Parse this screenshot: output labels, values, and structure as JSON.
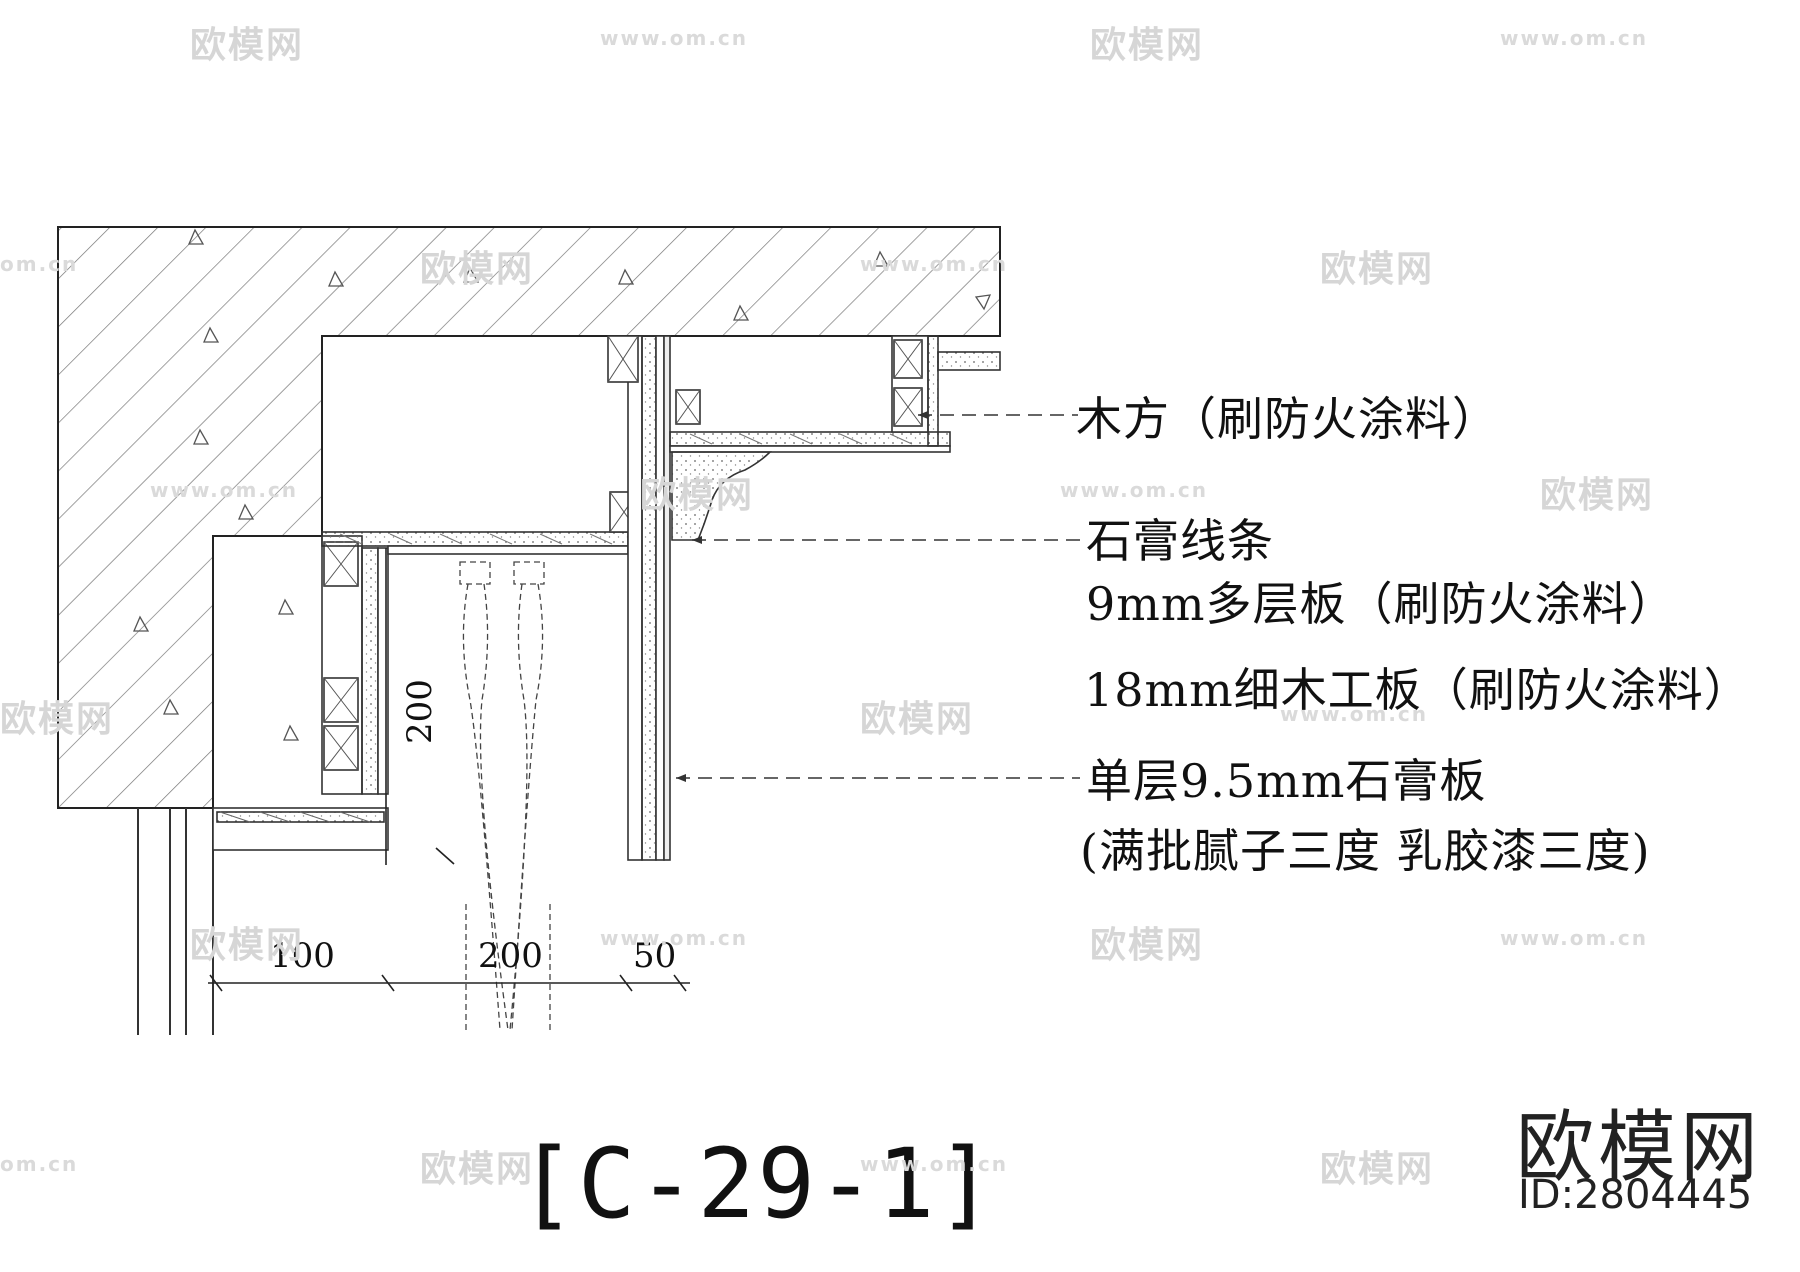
{
  "watermark": {
    "brand": "欧模网",
    "url": "www.om.cn",
    "url_short": "om.cn"
  },
  "callouts": {
    "timber": "木方（刷防火涂料）",
    "gypsum_molding": "石膏线条",
    "plywood_9mm": "9mm多层板（刷防火涂料）",
    "blockboard_18mm": "18mm细木工板（刷防火涂料）",
    "gypsum_board": "单层9.5mm石膏板",
    "finish_note": "(满批腻子三度 乳胶漆三度)"
  },
  "dimensions": {
    "vertical_200": "200",
    "bottom_100": "100",
    "bottom_200": "200",
    "bottom_50": "50"
  },
  "title": "[C-29-1]",
  "brand": {
    "name": "欧模网",
    "id": "ID:2804445"
  }
}
